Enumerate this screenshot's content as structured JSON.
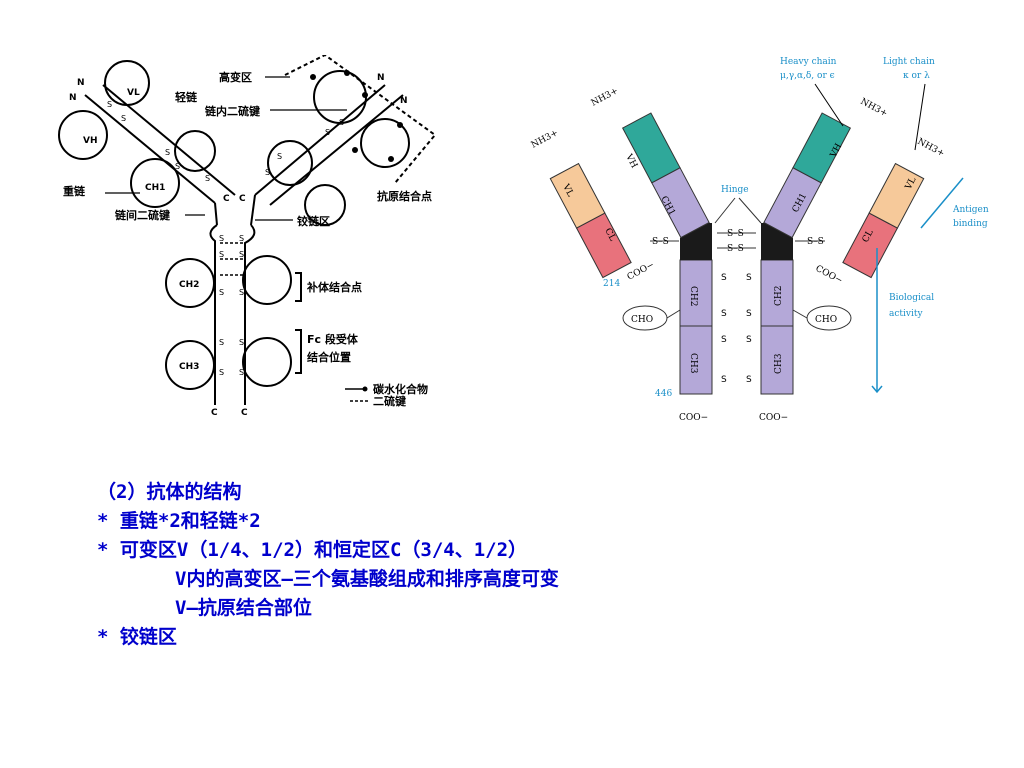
{
  "left_figure": {
    "labels": {
      "n1": "N",
      "n2": "N",
      "n3": "N",
      "n4": "N",
      "vl": "VL",
      "vh": "VH",
      "ch1": "CH1",
      "ch2": "CH2",
      "ch3": "CH3",
      "light_chain": "轻链",
      "hypervariable": "高变区",
      "intrachain_disulfide": "链内二硫键",
      "antigen_binding_site": "抗原结合点",
      "heavy_chain": "重链",
      "interchain_disulfide": "链间二硫键",
      "hinge_region": "铰链区",
      "complement_binding": "补体结合点",
      "fc_receptor_binding_1": "Fc 段受体",
      "fc_receptor_binding_2": "结合位置",
      "legend_carbohydrate": "碳水化合物",
      "legend_disulfide": "二硫键",
      "c": "C",
      "s": "S"
    }
  },
  "right_figure": {
    "labels": {
      "heavy_chain": "Heavy chain",
      "heavy_chain_classes": "μ,γ,α,δ, or ϵ",
      "light_chain": "Light chain",
      "light_chain_classes": "κ or λ",
      "nh3": "NH3+",
      "vh": "VH",
      "vl": "VL",
      "ch1": "CH1",
      "cl": "CL",
      "ch2": "CH2",
      "ch3": "CH3",
      "hinge": "Hinge",
      "antigen_binding": "Antigen",
      "antigen_binding_2": "binding",
      "biological_activity": "Biological",
      "biological_activity_2": "activity",
      "cho": "CHO",
      "coo": "COO−",
      "res_214": "214",
      "res_446": "446",
      "s": "S",
      "ss": "S–S"
    }
  },
  "text_lines": [
    "（2）抗体的结构",
    "* 重链*2和轻链*2",
    "* 可变区V（1/4、1/2）和恒定区C（3/4、1/2）",
    "V内的高变区—三个氨基酸组成和排序高度可变",
    "V—抗原结合部位",
    "* 铰链区"
  ],
  "colors": {
    "text_blue": "#0000cc",
    "vh_teal": "#2fa89a",
    "vl_peach": "#f6c99a",
    "cl_red": "#e8727c",
    "ch_lavender": "#b4a8d8",
    "hinge_black": "#1a1a1a",
    "annotation_blue": "#1a8fc8"
  }
}
